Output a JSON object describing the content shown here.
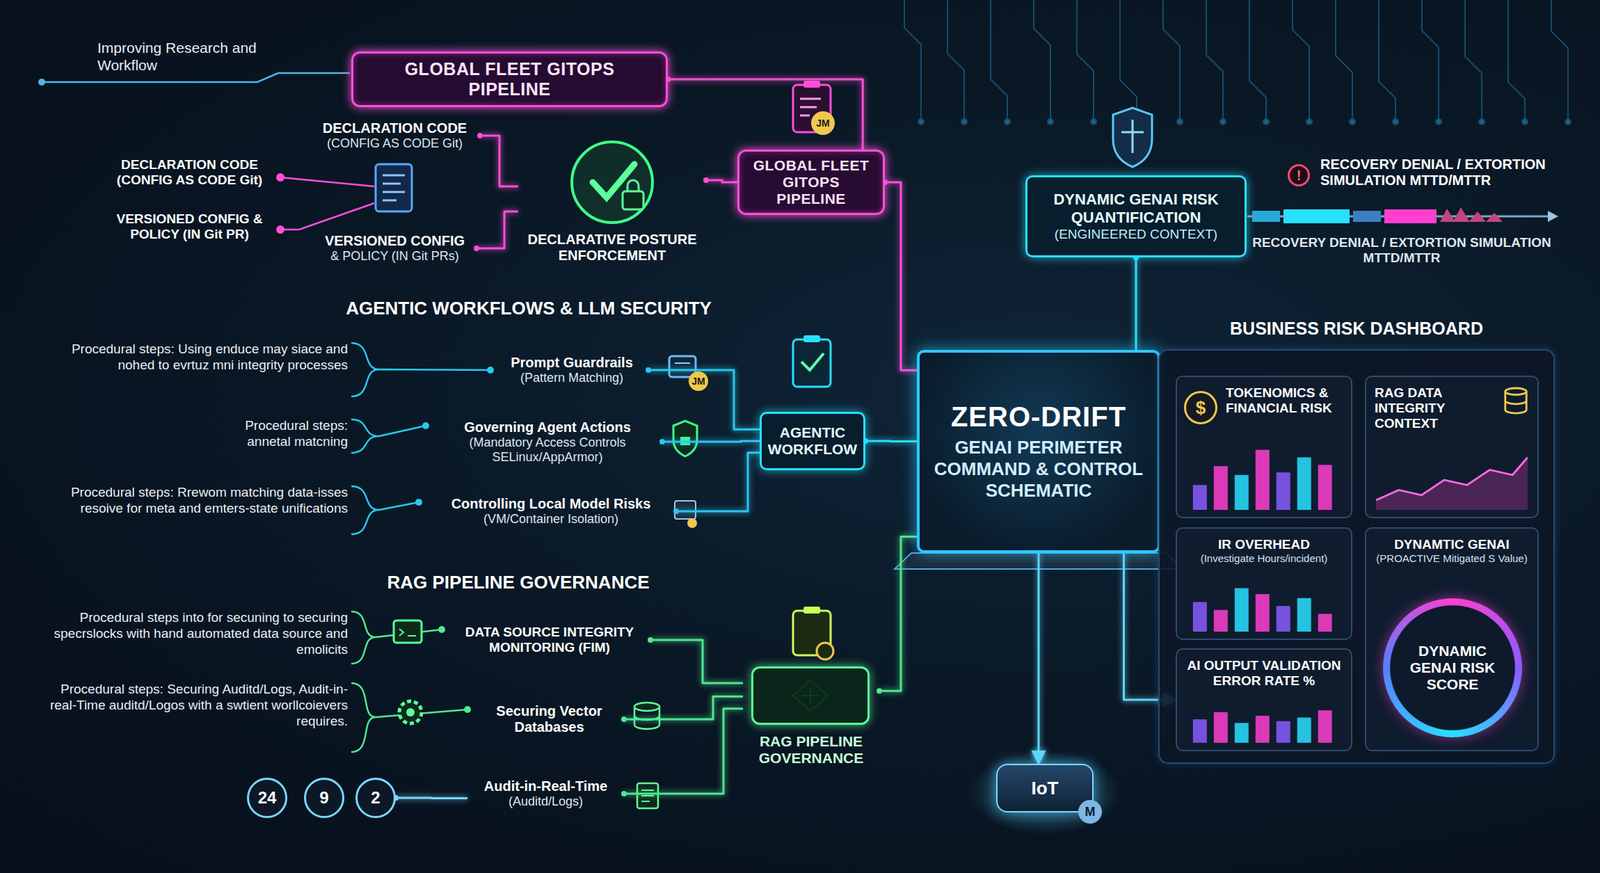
{
  "diagram": {
    "nodes": [
      {
        "text": [
          "GLOBAL FLEET GITOPS PIPELINE"
        ]
      },
      {
        "text": [
          "DECLARATION CODE",
          "(CONFIG AS CODE Git)"
        ]
      },
      {
        "text": [
          "VERSIONED CONFIG",
          "& POLICY (IN Git PRs)"
        ]
      },
      {
        "text": [
          "DECLARATIVE POSTURE ENFORCEMENT"
        ]
      },
      {
        "text": [
          "GLOBAL FLEET GITOPS PIPELINE"
        ]
      },
      {
        "text": [
          "DYNAMIC GENAI RISK QUANTIFICATION",
          "(ENGINEERED CONTEXT)"
        ]
      },
      {
        "text": [
          "Prompt Guardrails",
          "(Pattern Matching)"
        ]
      },
      {
        "text": [
          "Governing Agent Actions",
          "(Mandatory Access Controls SELinux/AppArmor)"
        ]
      },
      {
        "text": [
          "Controlling Local Model Risks",
          "(VM/Container Isolation)"
        ]
      },
      {
        "text": [
          "AGENTIC WORKFLOW"
        ]
      },
      {
        "text": [
          "ZERO-DRIFT",
          "GENAI PERIMETER COMMAND & CONTROL SCHEMATIC"
        ]
      },
      {
        "text": [
          "BUSINESS RISK DASHBOARD"
        ]
      },
      {
        "text": [
          "TOKENOMICS & FINANCIAL RISK"
        ],
        "in": 11
      },
      {
        "text": [
          "RAG DATA INTEGRITY CONTEXT"
        ],
        "in": 11
      },
      {
        "text": [
          "IR OVERHEAD",
          "(Investigate Hours/incident)"
        ],
        "in": 11
      },
      {
        "text": [
          "DYNAMTIC GENAI",
          "(PROACTIVE Mitigated S Value)"
        ],
        "in": 11
      },
      {
        "text": [
          "DYNAMIC GENAI RISK SCORE"
        ],
        "in": 15
      },
      {
        "text": [
          "AI OUTPUT VALIDATION ERROR RATE %"
        ],
        "in": 11
      },
      {
        "text": [
          "DATA SOURCE INTEGRITY MONITORING (FIM)"
        ]
      },
      {
        "text": [
          "Securing Vector Databases"
        ]
      },
      {
        "text": [
          "Audit-in-Real-Time",
          "(Auditd/Logs)"
        ]
      },
      {
        "text": [
          "RAG PIPELINE GOVERNANCE"
        ]
      },
      {
        "text": [
          "24"
        ]
      },
      {
        "text": [
          "9"
        ]
      },
      {
        "text": [
          "2"
        ]
      },
      {
        "text": [
          "IoT"
        ]
      }
    ],
    "edges": [
      {
        "from": 0,
        "to": 4,
        "arrow": "none"
      },
      {
        "from": 1,
        "to": 3,
        "arrow": "none"
      },
      {
        "from": 2,
        "to": 3,
        "arrow": "none"
      },
      {
        "from": 3,
        "to": 4,
        "arrow": "none"
      },
      {
        "from": 4,
        "to": 10,
        "arrow": "none"
      },
      {
        "from": 5,
        "to": 10,
        "arrow": "none"
      },
      {
        "from": 6,
        "to": 9,
        "arrow": "none"
      },
      {
        "from": 7,
        "to": 9,
        "arrow": "none"
      },
      {
        "from": 8,
        "to": 9,
        "arrow": "none"
      },
      {
        "from": 9,
        "to": 10,
        "arrow": "none"
      },
      {
        "from": 18,
        "to": 21,
        "arrow": "none"
      },
      {
        "from": 19,
        "to": 21,
        "arrow": "none"
      },
      {
        "from": 20,
        "to": 21,
        "arrow": "none"
      },
      {
        "from": 21,
        "to": 10,
        "arrow": "none"
      },
      {
        "from": 10,
        "to": 25,
        "arrow": "to"
      },
      {
        "from": 10,
        "to": 17,
        "arrow": "to"
      },
      {
        "from": 24,
        "to": 20,
        "arrow": "none"
      }
    ],
    "labels": [
      "Improving Research and Workflow",
      "DECLARATION CODE (CONFIG AS CODE Git)",
      "VERSIONED CONFIG & POLICY (IN Git PR)",
      "JM",
      "!",
      "RECOVERY DENIAL / EXTORTION SIMULATION MTTD/MTTR",
      "RECOVERY DENIAL / EXTORTION SIMULATION MTTD/MTTR",
      "AGENTIC WORKFLOWS & LLM SECURITY",
      "Procedural steps: Using enduce may siace and nohed to evrtuz mni integrity processes",
      "Procedural steps: annetal matcning",
      "Procedural steps: Rrewom matching data-isses resoive for meta and emters-state unifications",
      "JM",
      "RAG PIPELINE GOVERNANCE",
      "Procedural steps into for secuning to securing specrslocks with hand automated data source and emolicits",
      "Procedural steps: Securing Auditd/Logs, Audit-in-real-Time auditd/Logos with a swtient worllcoievers requires.",
      "$",
      "M"
    ]
  }
}
